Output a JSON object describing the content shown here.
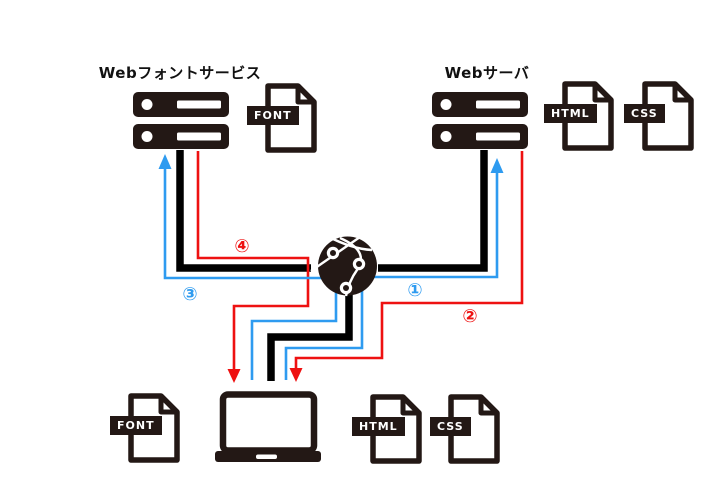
{
  "diagram": {
    "description_domain": "webfont loading flow diagram",
    "labels": {
      "font_service": "Webフォントサービス",
      "web_server": "Webサーバ"
    },
    "file_badges": {
      "service_font": "FONT",
      "server_html": "HTML",
      "server_css": "CSS",
      "client_font": "FONT",
      "client_html": "HTML",
      "client_css": "CSS"
    },
    "steps": {
      "one": {
        "label": "①",
        "color": "#2e9bf0"
      },
      "two": {
        "label": "②",
        "color": "#ee1111"
      },
      "three": {
        "label": "③",
        "color": "#2e9bf0"
      },
      "four": {
        "label": "④",
        "color": "#ee1111"
      }
    },
    "colors": {
      "background": "#ffffff",
      "pipe_black": "#000000",
      "icon_black": "#231815",
      "request_blue": "#2e9bf0",
      "response_red": "#ee1111",
      "label_text": "#111111"
    }
  }
}
